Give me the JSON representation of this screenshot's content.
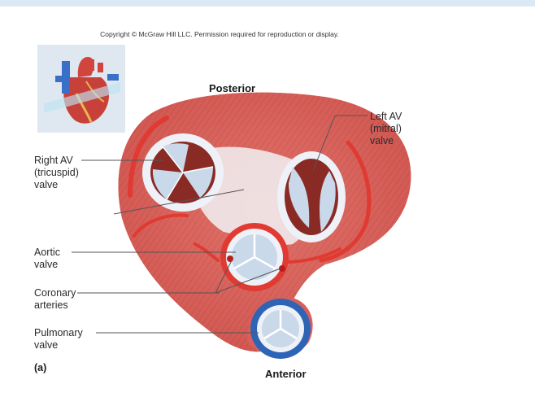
{
  "copyright": "Copyright © McGraw Hill LLC. Permission required for reproduction or display.",
  "orientation": {
    "posterior": "Posterior",
    "anterior": "Anterior"
  },
  "labels": {
    "left_av": [
      "Left AV",
      "(mitral)",
      "valve"
    ],
    "right_av": [
      "Right AV",
      "(tricuspid)",
      "valve"
    ],
    "aortic": [
      "Aortic",
      "valve"
    ],
    "coronary": [
      "Coronary",
      "arteries"
    ],
    "pulmonary": [
      "Pulmonary",
      "valve"
    ],
    "panel": "(a)"
  },
  "colors": {
    "muscle": "#d9605a",
    "muscle_dark": "#b8413c",
    "vessel": "#e03a32",
    "valve_ring": "#eef2f8",
    "valve_inner": "#c9d9ea",
    "pulmonary_ring": "#2e64b5",
    "cavity": "#8a2a25",
    "leader": "#555555",
    "top_bar": "#d9e9f5"
  }
}
